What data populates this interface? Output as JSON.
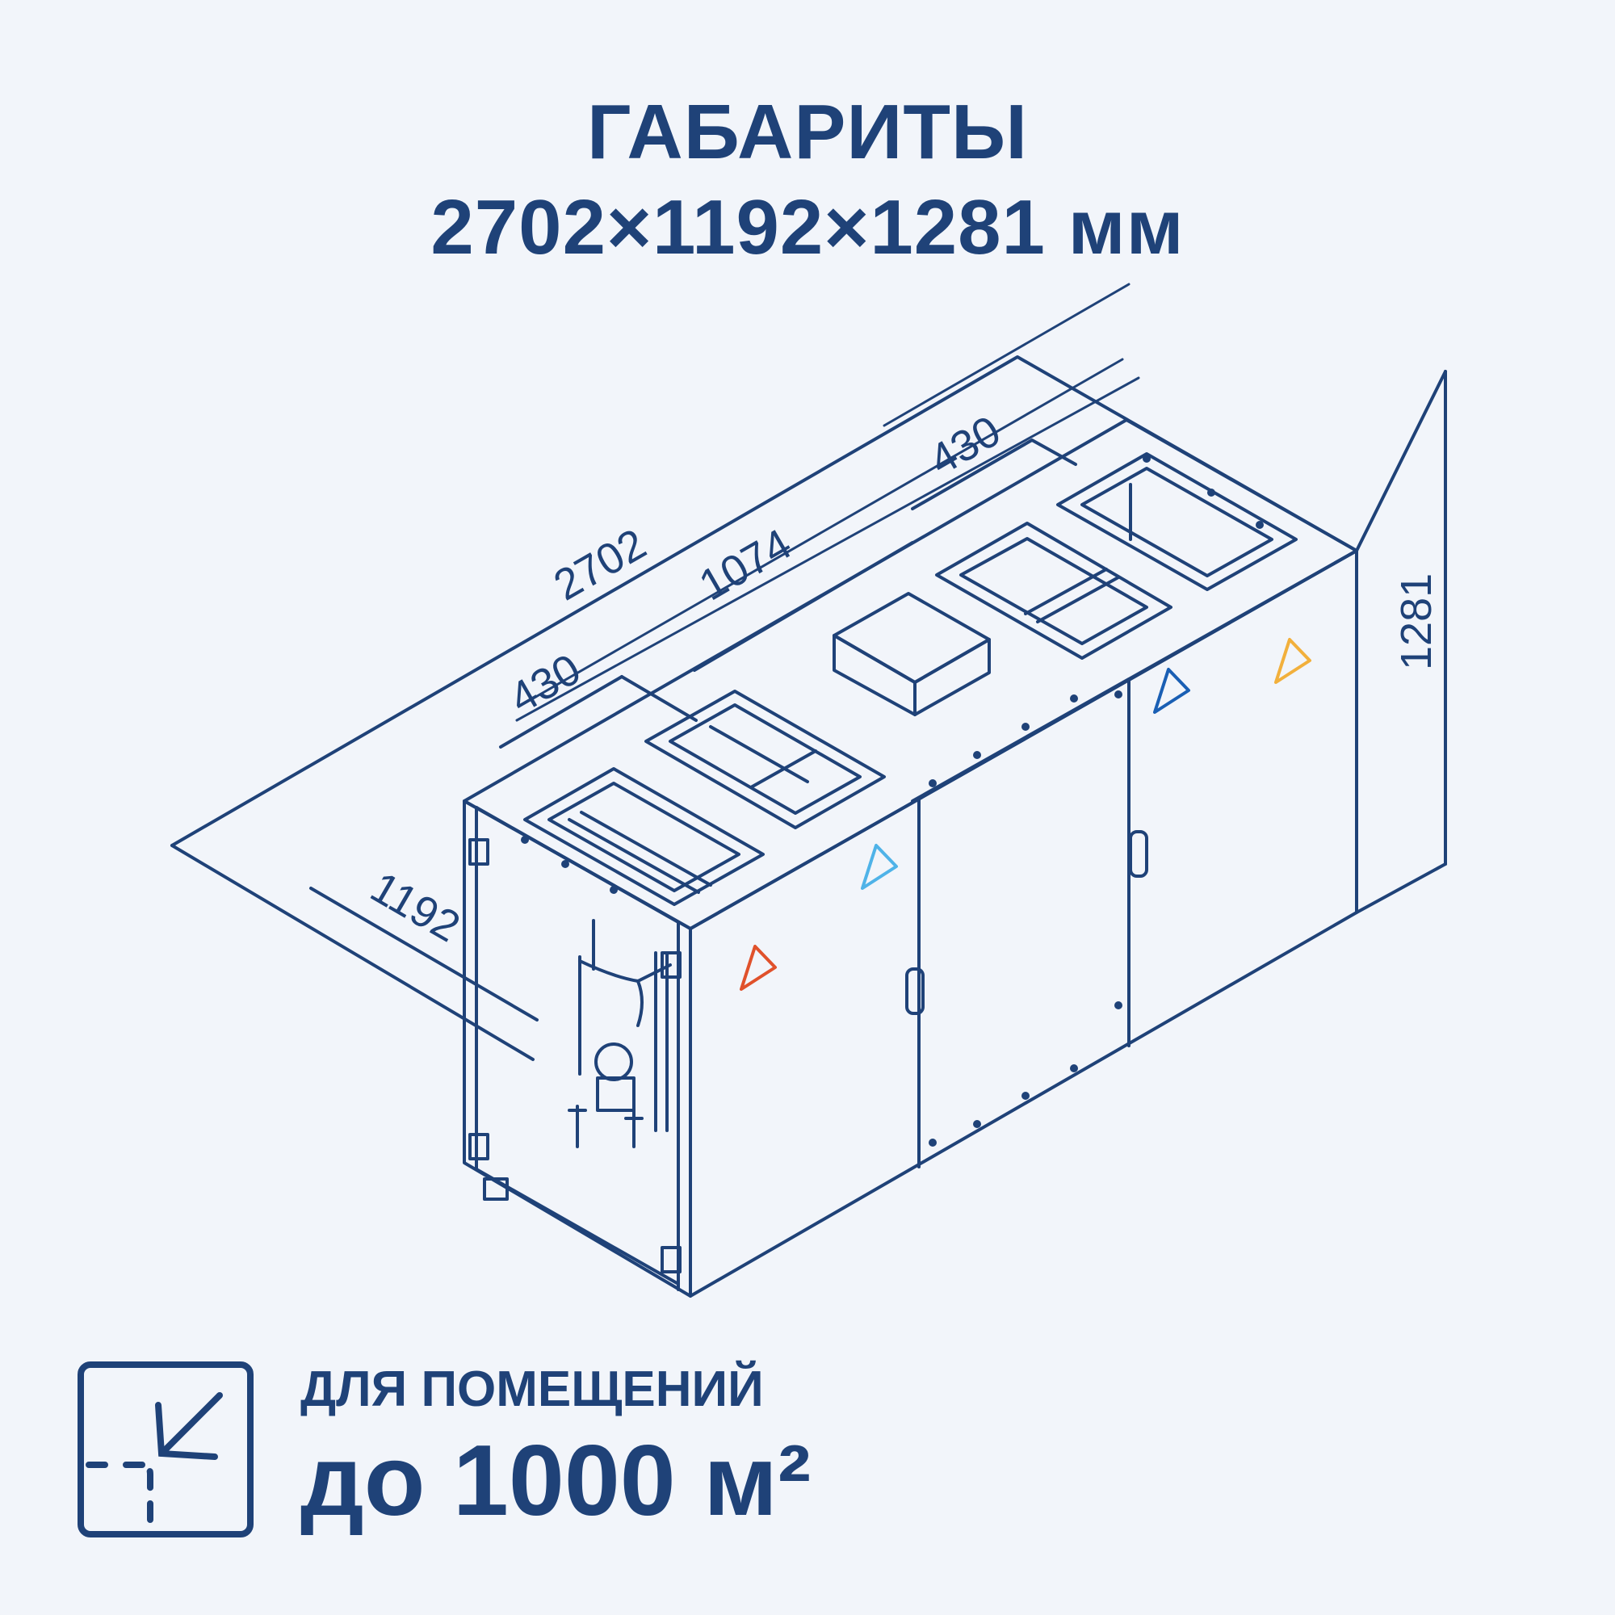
{
  "title": {
    "line1": "ГАБАРИТЫ",
    "line2": "2702×1192×1281 мм"
  },
  "dimensions": {
    "length": "2702",
    "width": "1192",
    "height": "1281",
    "duct_spacing_1": "430",
    "duct_spacing_2": "1074",
    "duct_spacing_3": "430"
  },
  "footer": {
    "line1": "ДЛЯ ПОМЕЩЕНИЙ",
    "line2": "до 1000 м²"
  },
  "colors": {
    "text": "#1f4278",
    "background": "#f2f5fa",
    "line": "#1f4278",
    "arrow_red": "#e0512b",
    "arrow_light_blue": "#4fb3e8",
    "arrow_blue": "#1a5fb4",
    "arrow_yellow": "#f2b03c"
  },
  "icons": [
    "area-icon",
    "airflow-arrow-icon"
  ]
}
